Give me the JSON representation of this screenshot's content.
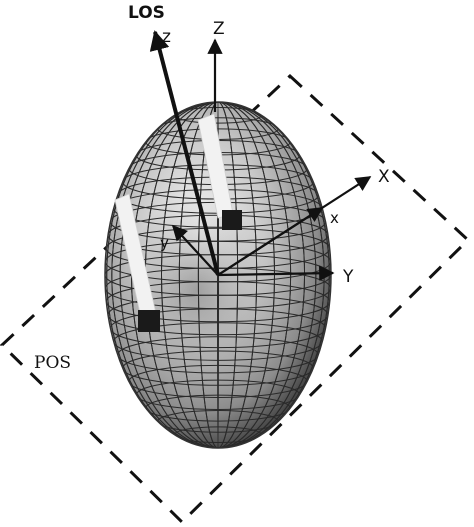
{
  "labels": {
    "los": "LOS",
    "z_body": "z",
    "z_frame": "Z",
    "x_frame": "X",
    "x_body": "x",
    "y_body": "y",
    "y_frame": "Y",
    "pos": "POS"
  },
  "colors": {
    "background": "#ffffff",
    "line": "#111111",
    "ellipsoid_light": "#e8e8e8",
    "ellipsoid_dark": "#3a3a3a",
    "mesh": "#2a2a2a",
    "marker": "#1a1a1a"
  }
}
